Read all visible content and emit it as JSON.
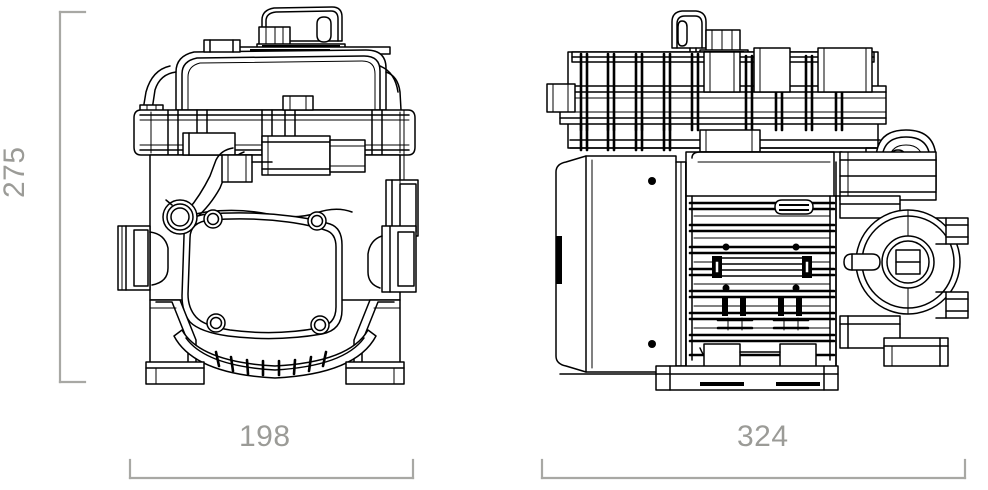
{
  "page": {
    "type": "technical-dimension-drawing",
    "background_color": "#ffffff",
    "line_color": "#000000",
    "dimension_color": "#a8a8a4",
    "dimension_text_color": "#9b9b97"
  },
  "dimensions": {
    "height": {
      "value": "275",
      "unit": "mm",
      "orientation": "vertical",
      "position": "left",
      "applies_to": "front-view"
    },
    "width_front": {
      "value": "198",
      "unit": "mm",
      "orientation": "horizontal",
      "position": "bottom-left",
      "applies_to": "front-view"
    },
    "width_side": {
      "value": "324",
      "unit": "mm",
      "orientation": "horizontal",
      "position": "bottom-right",
      "applies_to": "side-view"
    }
  },
  "views": [
    {
      "name": "front-view",
      "label": "198",
      "description": "Front elevation of vacuum pump / compressor unit showing rounded bolted end cover with four fasteners, upper housing cap, lifting bracket with oval slot, curved inlet passage, and two-foot mounting base with cooling slots"
    },
    {
      "name": "side-view",
      "label": "324",
      "description": "Side elevation of vacuum pump / compressor unit showing finned motor housing, terminal box end cap, lifting bracket, large circular discharge flange with central bore, and mounting base plate"
    }
  ]
}
